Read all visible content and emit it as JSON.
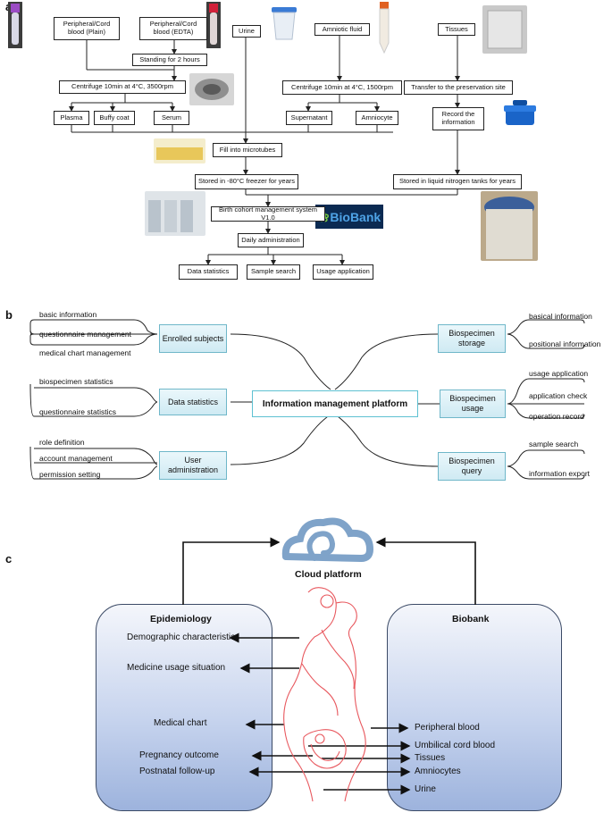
{
  "panel_a": {
    "label": "a",
    "peripheral_plain": "Peripheral/Cord blood (Plain)",
    "peripheral_edta": "Peripheral/Cord blood (EDTA)",
    "standing": "Standing for 2 hours",
    "centrifuge_blood": "Centrifuge 10min at 4°C, 3500rpm",
    "plasma": "Plasma",
    "buffy_coat": "Buffy coat",
    "serum": "Serum",
    "urine": "Urine",
    "amniotic_fluid": "Amniotic fluid",
    "centrifuge_amnio": "Centrifuge 10min at 4°C, 1500rpm",
    "supernatant": "Supernatant",
    "amniocyte": "Amniocyte",
    "tissues": "Tissues",
    "transfer": "Transfer to the preservation site",
    "record": "Record the information",
    "fill": "Fill into microtubes",
    "stored_freezer": "Stored in -80°C freezer for years",
    "stored_nitrogen": "Stored in liquid nitrogen tanks for years",
    "system": "Birth cohort management system V1.0",
    "daily": "Daily administration",
    "data_stats": "Data statistics",
    "sample_search": "Sample search",
    "usage_app": "Usage application",
    "biobank_logo": "BioBank"
  },
  "panel_b": {
    "label": "b",
    "hub": "Information management platform",
    "enrolled": "Enrolled subjects",
    "enrolled_items": [
      "basic information",
      "questionnaire management",
      "medical chart management"
    ],
    "data_statistics": "Data statistics",
    "data_items": [
      "biospecimen statistics",
      "questionnaire statistics"
    ],
    "user_admin": "User administration",
    "user_items": [
      "role definition",
      "account management",
      "permission setting"
    ],
    "storage": "Biospecimen storage",
    "storage_items": [
      "basical information",
      "positional information"
    ],
    "usage": "Biospecimen usage",
    "usage_items": [
      "usage application",
      "application check",
      "operation record"
    ],
    "query": "Biospecimen query",
    "query_items": [
      "sample search",
      "information export"
    ]
  },
  "panel_c": {
    "label": "c",
    "cloud": "Cloud platform",
    "epidemiology": "Epidemiology",
    "epi_items": [
      "Demographic characteristics",
      "Medicine usage situation",
      "Medical chart",
      "Pregnancy outcome",
      "Postnatal follow-up"
    ],
    "biobank": "Biobank",
    "bio_items": [
      "Peripheral blood",
      "Umbilical cord blood",
      "Tissues",
      "Amniocytes",
      "Urine"
    ]
  },
  "colors": {
    "hub_border": "#5ec1d2",
    "topic_fill": "#d6eef6",
    "rounded_box": "#b4c6ea",
    "cloud": "#7fa3c9",
    "silhouette": "#e8585e"
  }
}
